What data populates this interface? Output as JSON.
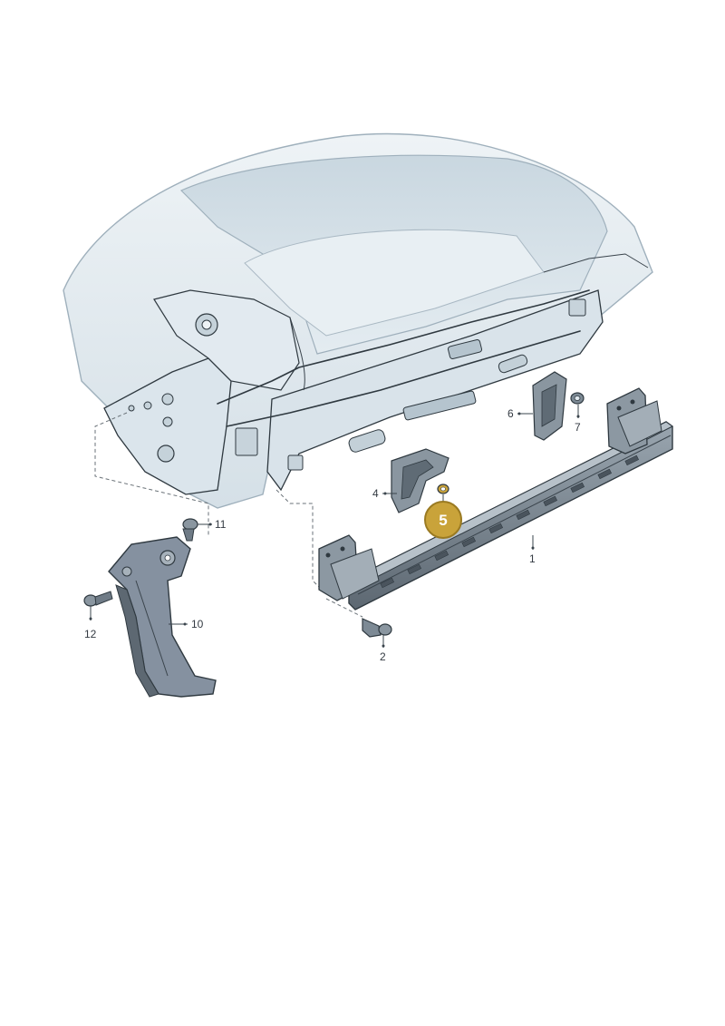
{
  "callouts": {
    "c1": "1",
    "c2": "2",
    "c4": "4",
    "c5": "5",
    "c6": "6",
    "c7": "7",
    "c10": "10",
    "c11": "11",
    "c12": "12"
  },
  "colors": {
    "body_fill": "#dfe8ee",
    "body_shadow": "#bccbd5",
    "part_fill": "#7d8a95",
    "part_dark": "#4e5862",
    "highlight": "#c9a33a",
    "highlight_edge": "#9a7a22"
  }
}
